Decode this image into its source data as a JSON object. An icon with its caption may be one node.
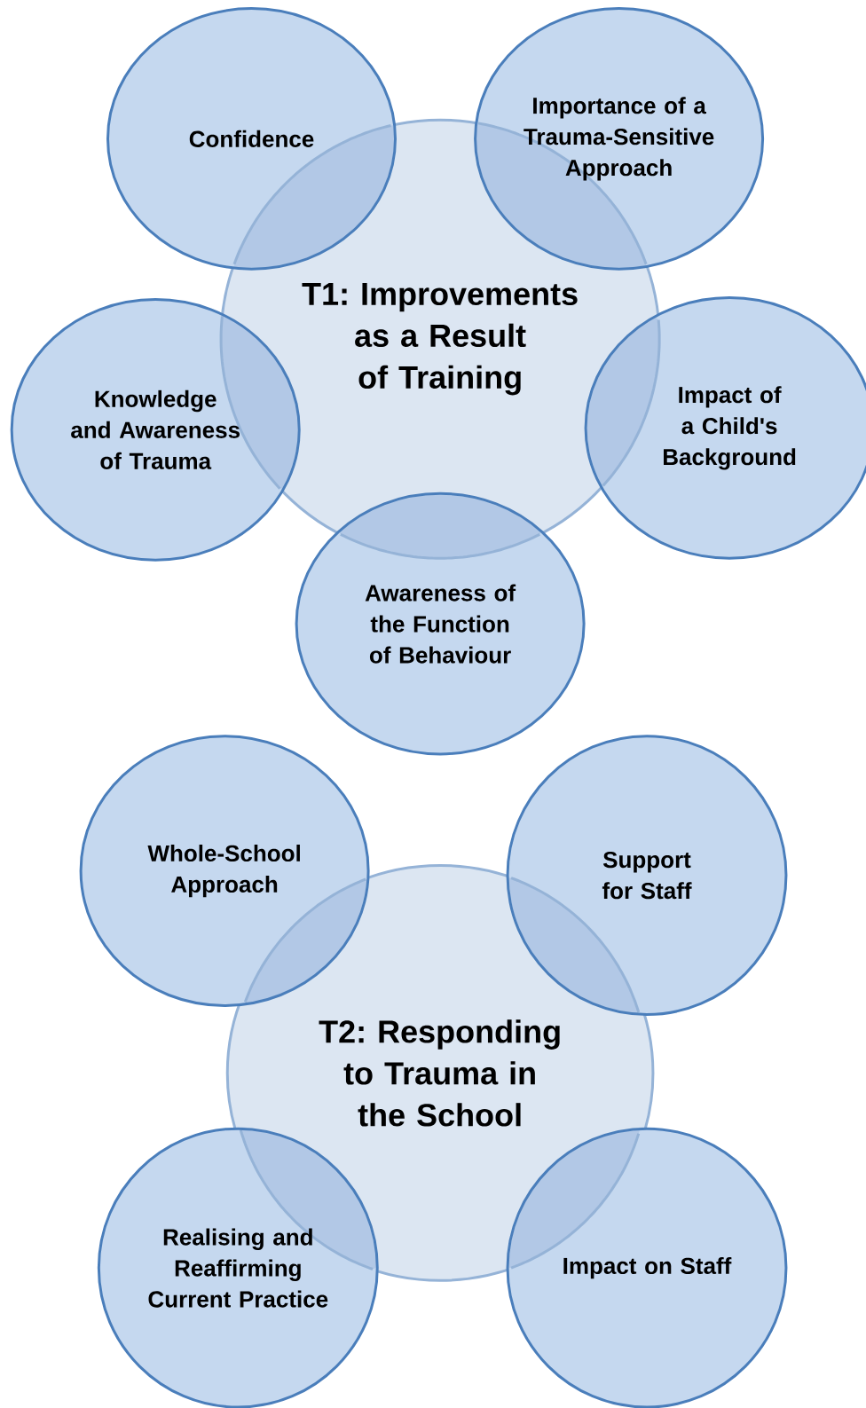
{
  "diagram": {
    "nodes": [
      {
        "text": [
          "T1: Improvements as a Result of Training"
        ]
      },
      {
        "text": [
          "Confidence"
        ]
      },
      {
        "text": [
          "Importance of a Trauma-Sensitive Approach"
        ]
      },
      {
        "text": [
          "Knowledge and Awareness of Trauma"
        ]
      },
      {
        "text": [
          "Impact of a Child's Background"
        ]
      },
      {
        "text": [
          "Awareness of the Function of Behaviour"
        ]
      },
      {
        "text": [
          "T2: Responding to Trauma in the School"
        ]
      },
      {
        "text": [
          "Whole-School Approach"
        ]
      },
      {
        "text": [
          "Support for Staff"
        ]
      },
      {
        "text": [
          "Realising and Reaffirming Current Practice"
        ]
      },
      {
        "text": [
          "Impact on Staff"
        ]
      }
    ]
  }
}
